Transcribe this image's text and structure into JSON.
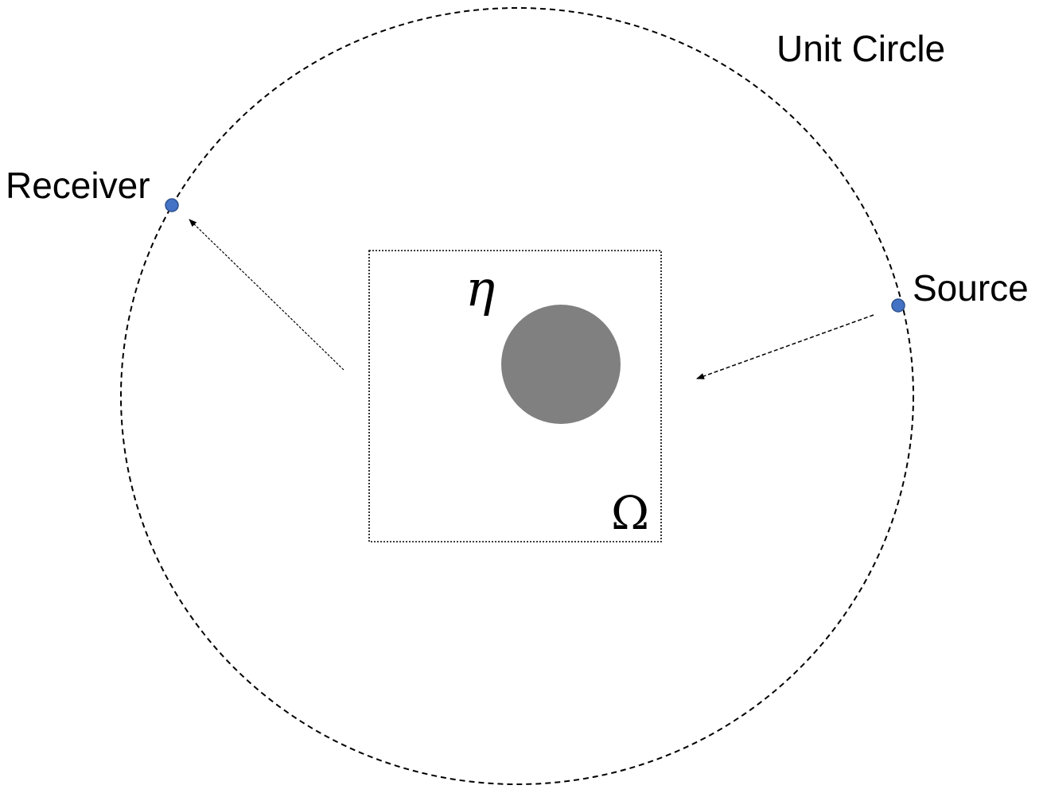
{
  "labels": {
    "unit_circle": "Unit Circle",
    "receiver": "Receiver",
    "source": "Source",
    "eta": "η",
    "omega": "Ω"
  },
  "colors": {
    "background": "#ffffff",
    "circle_stroke": "#000000",
    "domain_stroke": "#000000",
    "scatterer_fill": "#808080",
    "point_fill": "#4472c4",
    "point_stroke": "#2f528f",
    "arrow": "#000000"
  }
}
